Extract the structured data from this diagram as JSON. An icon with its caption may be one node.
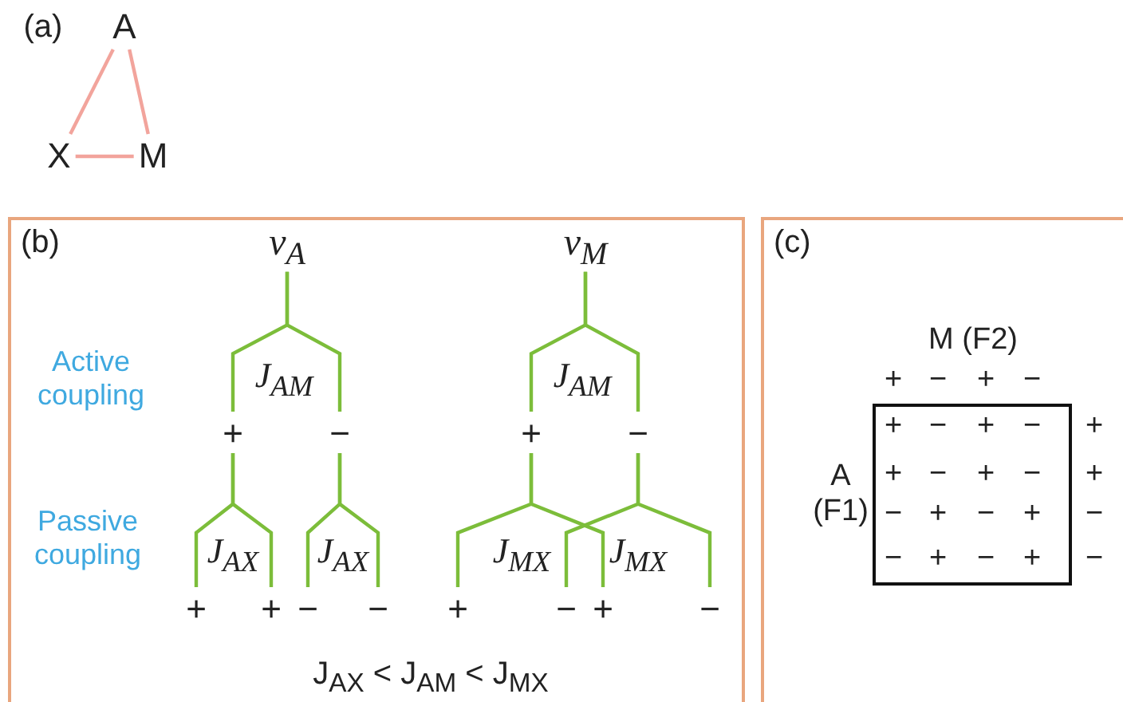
{
  "diagram": {
    "nodes": [
      {
        "text": [
          "A"
        ]
      },
      {
        "text": [
          "X"
        ]
      },
      {
        "text": [
          "M"
        ]
      },
      {
        "text": [
          "(b)"
        ]
      },
      {
        "text": [
          "ν$_{A}$"
        ],
        "in": 3
      },
      {
        "text": [
          "+"
        ],
        "in": 3
      },
      {
        "text": [
          "−"
        ],
        "in": 3
      },
      {
        "text": [
          "+"
        ],
        "in": 3
      },
      {
        "text": [
          "+"
        ],
        "in": 3
      },
      {
        "text": [
          "−"
        ],
        "in": 3
      },
      {
        "text": [
          "−"
        ],
        "in": 3
      },
      {
        "text": [
          "ν$_{M}$"
        ],
        "in": 3
      },
      {
        "text": [
          "+"
        ],
        "in": 3
      },
      {
        "text": [
          "−"
        ],
        "in": 3
      },
      {
        "text": [
          "+"
        ],
        "in": 3
      },
      {
        "text": [
          "−"
        ],
        "in": 3
      },
      {
        "text": [
          "+"
        ],
        "in": 3
      },
      {
        "text": [
          "−"
        ],
        "in": 3
      },
      {
        "text": [
          "(c)"
        ]
      }
    ],
    "edges": [
      {
        "from": 0,
        "to": 1,
        "arrow": "none",
        "color": "#f2a49c"
      },
      {
        "from": 1,
        "to": 2,
        "arrow": "none",
        "color": "#f2a49c"
      },
      {
        "from": 2,
        "to": 0,
        "arrow": "none",
        "color": "#f2a49c"
      },
      {
        "from": 4,
        "to": 5,
        "arrow": "none"
      },
      {
        "from": 4,
        "to": 6,
        "arrow": "none"
      },
      {
        "from": 5,
        "to": 7,
        "arrow": "none"
      },
      {
        "from": 5,
        "to": 8,
        "arrow": "none"
      },
      {
        "from": 6,
        "to": 9,
        "arrow": "none"
      },
      {
        "from": 6,
        "to": 10,
        "arrow": "none"
      },
      {
        "from": 11,
        "to": 12,
        "arrow": "none"
      },
      {
        "from": 11,
        "to": 13,
        "arrow": "none"
      },
      {
        "from": 12,
        "to": 14,
        "arrow": "none"
      },
      {
        "from": 12,
        "to": 16,
        "arrow": "none"
      },
      {
        "from": 13,
        "to": 15,
        "arrow": "none"
      },
      {
        "from": 13,
        "to": 17,
        "arrow": "none"
      }
    ],
    "labels": [
      "(a)",
      "Active coupling",
      "J$_{AM}$",
      "J$_{AM}$",
      "Passive coupling",
      "J$_{AX}$",
      "J$_{AX}$",
      "J$_{MX}$",
      "J$_{MX}$",
      "J$_{AX}$ < J$_{AM}$ < J$_{MX}$",
      "M (F2)",
      "+",
      "−",
      "+",
      "−",
      "+",
      "−",
      "+",
      "−",
      "+",
      "A (F1)",
      "+",
      "−",
      "+",
      "−",
      "+",
      "−",
      "+",
      "−",
      "+",
      "−",
      "−",
      "+",
      "−",
      "+",
      "−"
    ]
  }
}
